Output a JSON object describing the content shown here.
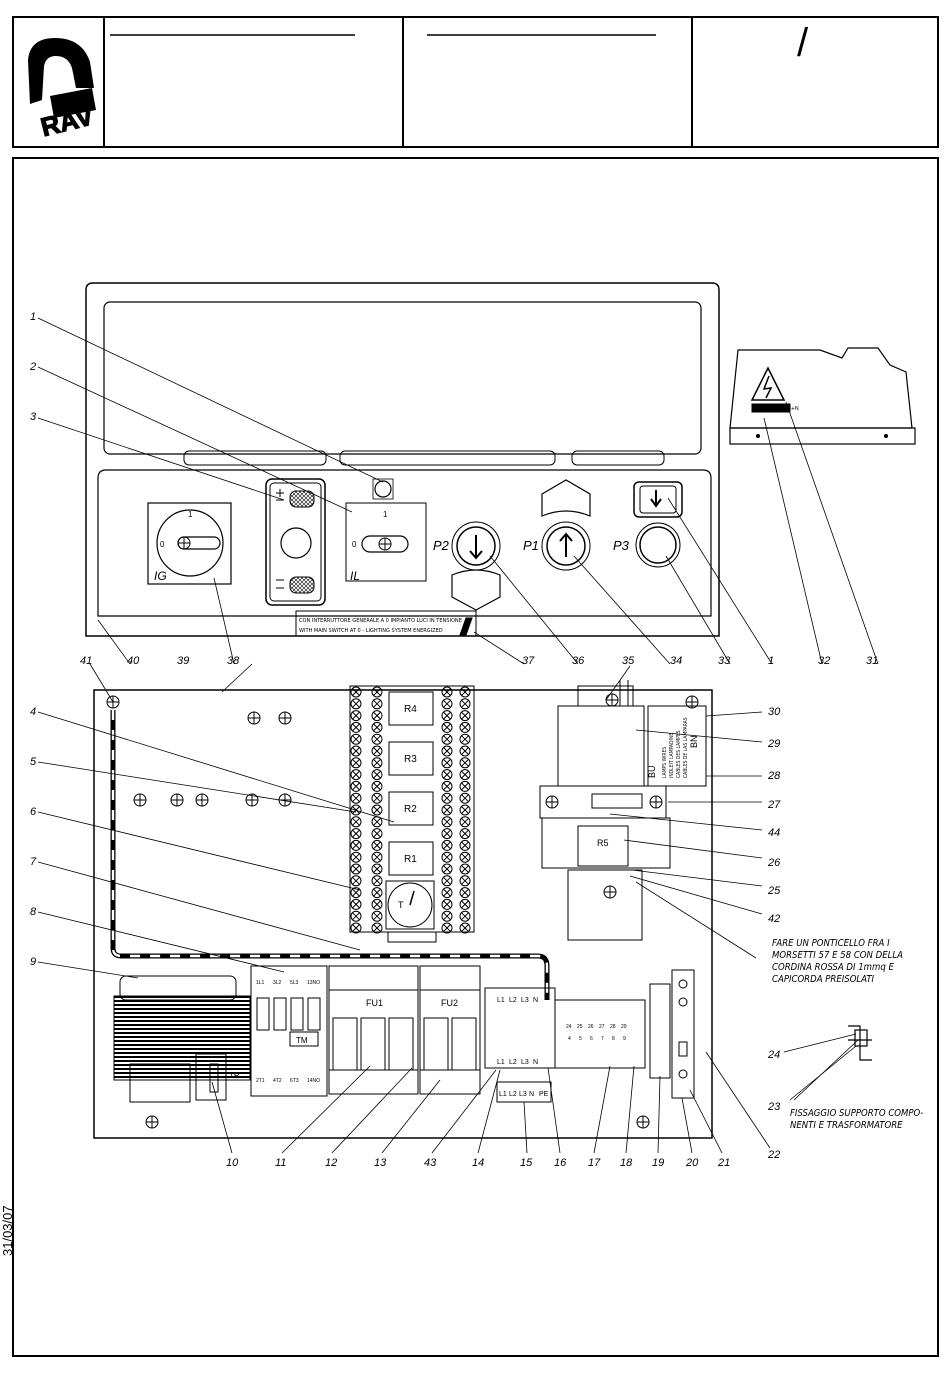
{
  "header": {
    "logo_text": "RAV",
    "slash": "/"
  },
  "date_stamp": "31/03/07",
  "panel": {
    "labels": {
      "ig": "IG",
      "il": "IL",
      "il_pos1": "1",
      "il_pos0": "0",
      "ig_pos1": "1",
      "ig_pos0": "0",
      "p1": "P1",
      "p2": "P2",
      "p3": "P3"
    },
    "notice_line1": "CON INTERRUTTORE GENERALE A 0 IMPIANTO LUCI IN TENSIONE",
    "notice_line2": "WITH MAIN SWITCH AT 0 - LIGHTING SYSTEM ENERGIZED"
  },
  "warning_box": {
    "label": "400V 50Hz 3Ph+N"
  },
  "board": {
    "relays": [
      "R4",
      "R3",
      "R2",
      "R1"
    ],
    "timer": "T",
    "relay5": "R5",
    "fuses": [
      "FU1",
      "FU2"
    ],
    "transformer": "TR",
    "contactor": "TM",
    "contactor_top": [
      "1L1",
      "3L2",
      "5L3",
      "13NO"
    ],
    "contactor_bottom": [
      "2T1",
      "4T2",
      "6T3",
      "14NO"
    ],
    "terminals_top": [
      "L1",
      "L2",
      "L3",
      "N"
    ],
    "terminals_mid": [
      "L1",
      "L2",
      "L3",
      "N"
    ],
    "terminals_bottom": [
      "L1",
      "L2",
      "L3",
      "N",
      "PE"
    ],
    "terminal_numbers_top": [
      "24",
      "25",
      "26",
      "27",
      "28",
      "29"
    ],
    "terminal_numbers_bottom": [
      "4",
      "5",
      "6",
      "7",
      "8",
      "9"
    ],
    "lamp_label_bu": "BU",
    "lamp_label_bn": "BN",
    "lamp_text": [
      "LAMPS WIRES",
      "INDLEIT LAMPADINE",
      "CABLES DES LAMPES",
      "CABLES DE LAS LAMPARAS"
    ]
  },
  "callouts": [
    "1",
    "2",
    "3",
    "4",
    "5",
    "6",
    "7",
    "8",
    "9",
    "10",
    "11",
    "12",
    "13",
    "14",
    "15",
    "16",
    "17",
    "18",
    "19",
    "20",
    "21",
    "22",
    "23",
    "24",
    "25",
    "26",
    "27",
    "28",
    "29",
    "30",
    "31",
    "32",
    "33",
    "34",
    "35",
    "36",
    "37",
    "38",
    "39",
    "40",
    "41",
    "42",
    "43",
    "44"
  ],
  "notes": {
    "jumper": [
      "FARE UN PONTICELLO FRA I",
      "MORSETTI 57 E 58 CON DELLA",
      "CORDINA ROSSA DI 1mmq E",
      "CAPICORDA PREISOLATI"
    ],
    "fixing": [
      "FISSAGGIO SUPPORTO COMPO-",
      "NENTI E TRASFORMATORE"
    ]
  }
}
